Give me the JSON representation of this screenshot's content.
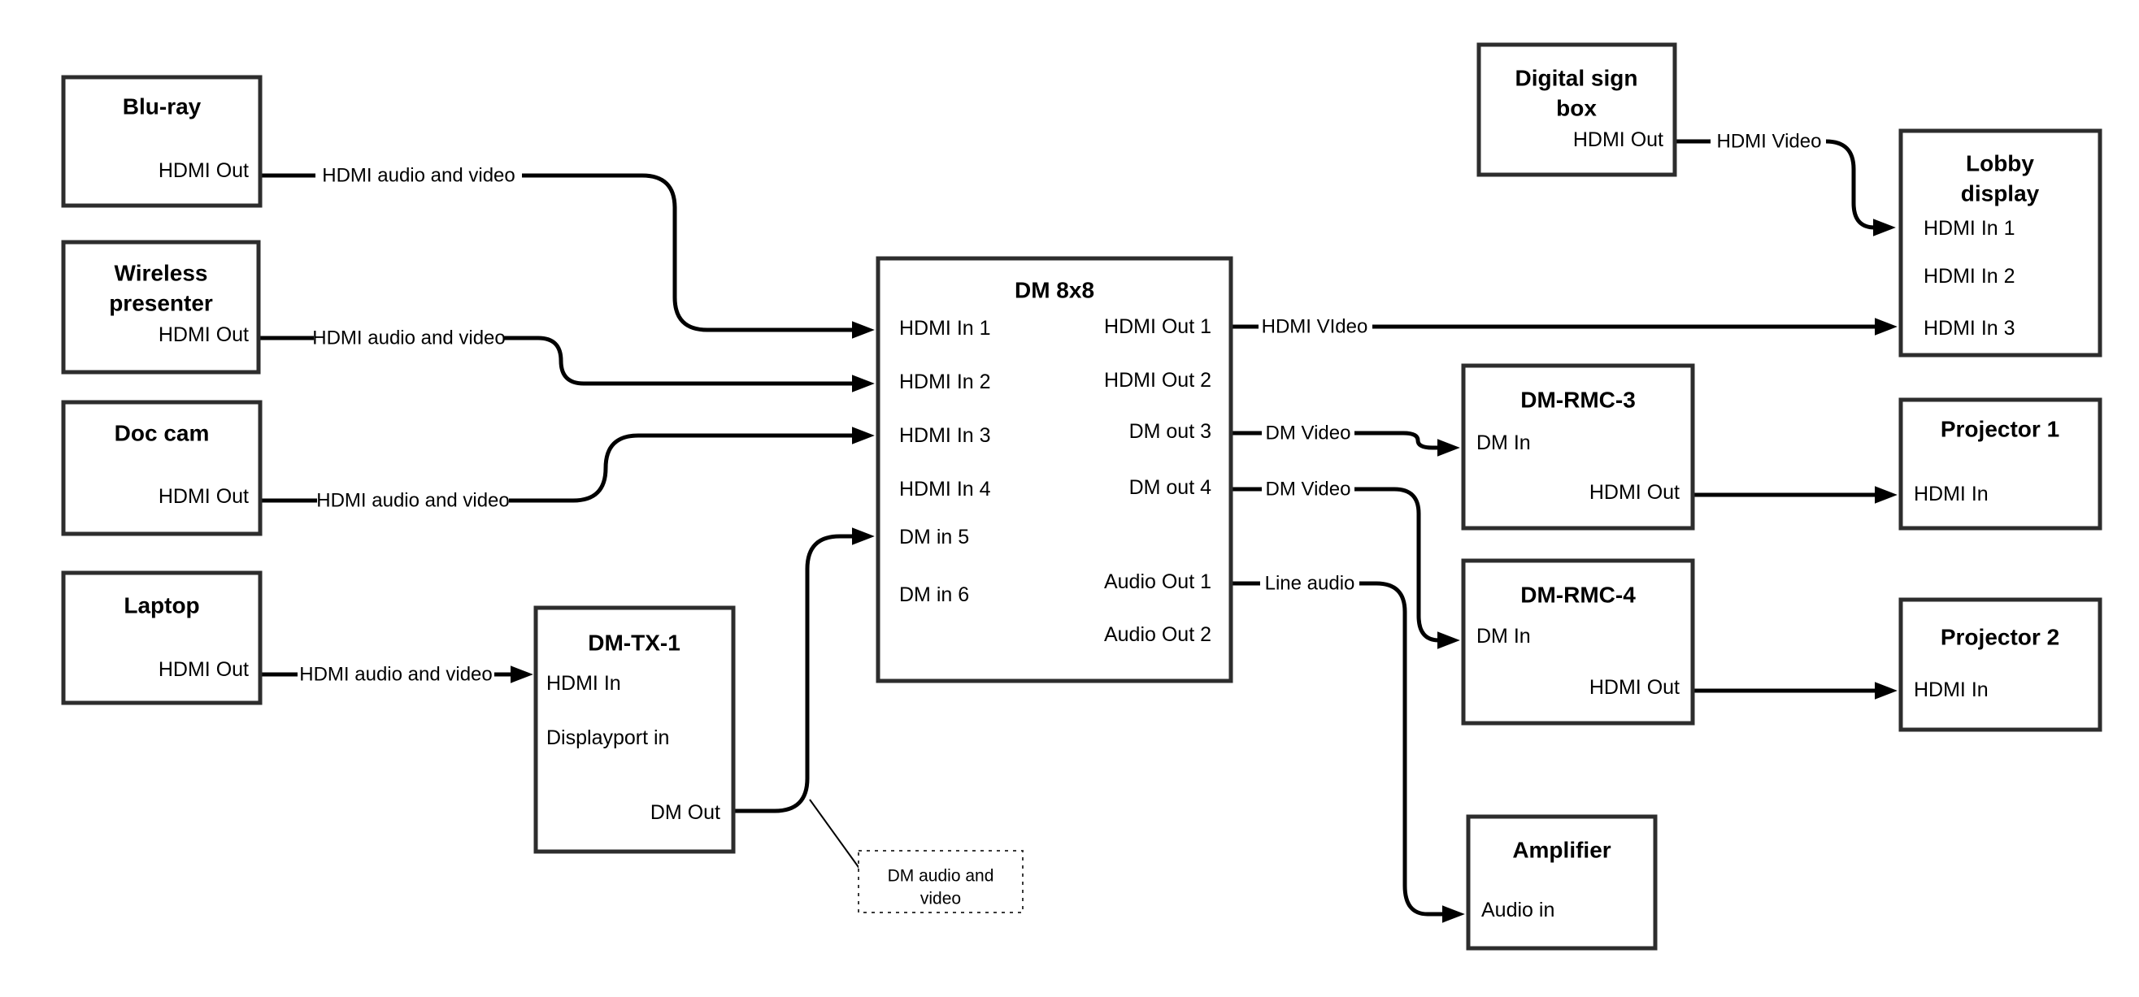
{
  "nodes": {
    "bluray": {
      "title": "Blu-ray",
      "port_hdmi_out": "HDMI Out"
    },
    "wireless": {
      "title1": "Wireless",
      "title2": "presenter",
      "port_hdmi_out": "HDMI Out"
    },
    "doccam": {
      "title": "Doc cam",
      "port_hdmi_out": "HDMI Out"
    },
    "laptop": {
      "title": "Laptop",
      "port_hdmi_out": "HDMI Out"
    },
    "dmtx1": {
      "title": "DM-TX-1",
      "port_hdmi_in": "HDMI In",
      "port_dp_in": "Displayport in",
      "port_dm_out": "DM Out"
    },
    "dm8x8": {
      "title": "DM 8x8",
      "inputs": [
        "HDMI In 1",
        "HDMI In 2",
        "HDMI In 3",
        "HDMI In 4",
        "DM in 5",
        "DM in 6"
      ],
      "outputs": [
        "HDMI Out 1",
        "HDMI Out 2",
        "DM out 3",
        "DM out 4",
        "Audio Out 1",
        "Audio Out 2"
      ]
    },
    "signbox": {
      "title1": "Digital sign",
      "title2": "box",
      "port_hdmi_out": "HDMI Out"
    },
    "lobby": {
      "title1": "Lobby",
      "title2": "display",
      "inputs": [
        "HDMI In 1",
        "HDMI In 2",
        "HDMI In 3"
      ]
    },
    "dmrmc3": {
      "title": "DM-RMC-3",
      "port_dm_in": "DM In",
      "port_hdmi_out": "HDMI Out"
    },
    "dmrmc4": {
      "title": "DM-RMC-4",
      "port_dm_in": "DM In",
      "port_hdmi_out": "HDMI Out"
    },
    "proj1": {
      "title": "Projector 1",
      "port_hdmi_in": "HDMI In"
    },
    "proj2": {
      "title": "Projector 2",
      "port_hdmi_in": "HDMI In"
    },
    "amp": {
      "title": "Amplifier",
      "port_audio_in": "Audio in"
    }
  },
  "labels": {
    "hdmi_av": "HDMI audio and video",
    "hdmi_video_typo": "HDMI VIdeo",
    "hdmi_video": "HDMI Video",
    "dm_video": "DM Video",
    "line_audio": "Line audio",
    "dm_av_line1": "DM audio and",
    "dm_av_line2": "video"
  },
  "colors": {
    "background": "#ffffff",
    "box_border": "#2d2d2d",
    "wire": "#000000",
    "text": "#000000"
  }
}
